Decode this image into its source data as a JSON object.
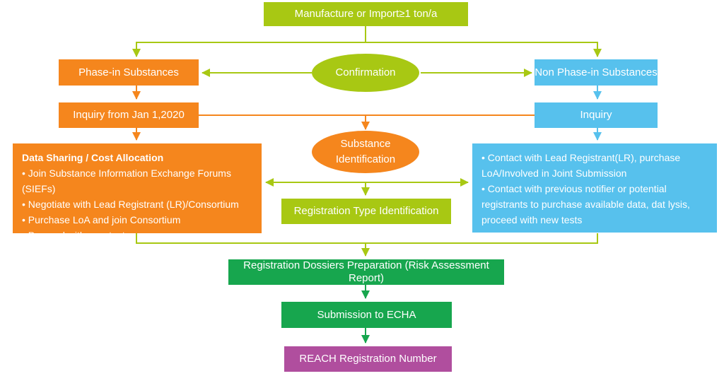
{
  "colors": {
    "lime": "#a8c813",
    "orange": "#f5861d",
    "blue": "#57c1ed",
    "green": "#17a64e",
    "purple": "#b04e9e"
  },
  "flowchart": {
    "top_box": "Manufacture or Import≥1 ton/a",
    "confirmation": "Confirmation",
    "phase_in": "Phase-in Substances",
    "non_phase_in": "Non Phase-in Substances",
    "inquiry_left": "Inquiry from Jan 1,2020",
    "inquiry_right": "Inquiry",
    "substance_identification": {
      "line1": "Substance",
      "line2": "Identification"
    },
    "left_panel": {
      "title": "Data Sharing / Cost Allocation",
      "bullets": [
        "• Join Substance Information Exchange Forums (SIEFs)",
        "• Negotiate with Lead Registrant (LR)/Consortium",
        "• Purchase LoA and join Consortium",
        "• Proceed with new tests"
      ]
    },
    "right_panel": {
      "bullets": [
        "• Contact with Lead Registrant(LR), purchase LoA/Involved in Joint Submission",
        "• Contact with previous notifier or potential registrants to purchase available data, dat lysis, proceed with new tests"
      ]
    },
    "registration_type": "Registration Type Identification",
    "dossiers": "Registration Dossiers Preparation (Risk Assessment Report)",
    "submission": "Submission to ECHA",
    "reach_number": "REACH Registration Number"
  }
}
